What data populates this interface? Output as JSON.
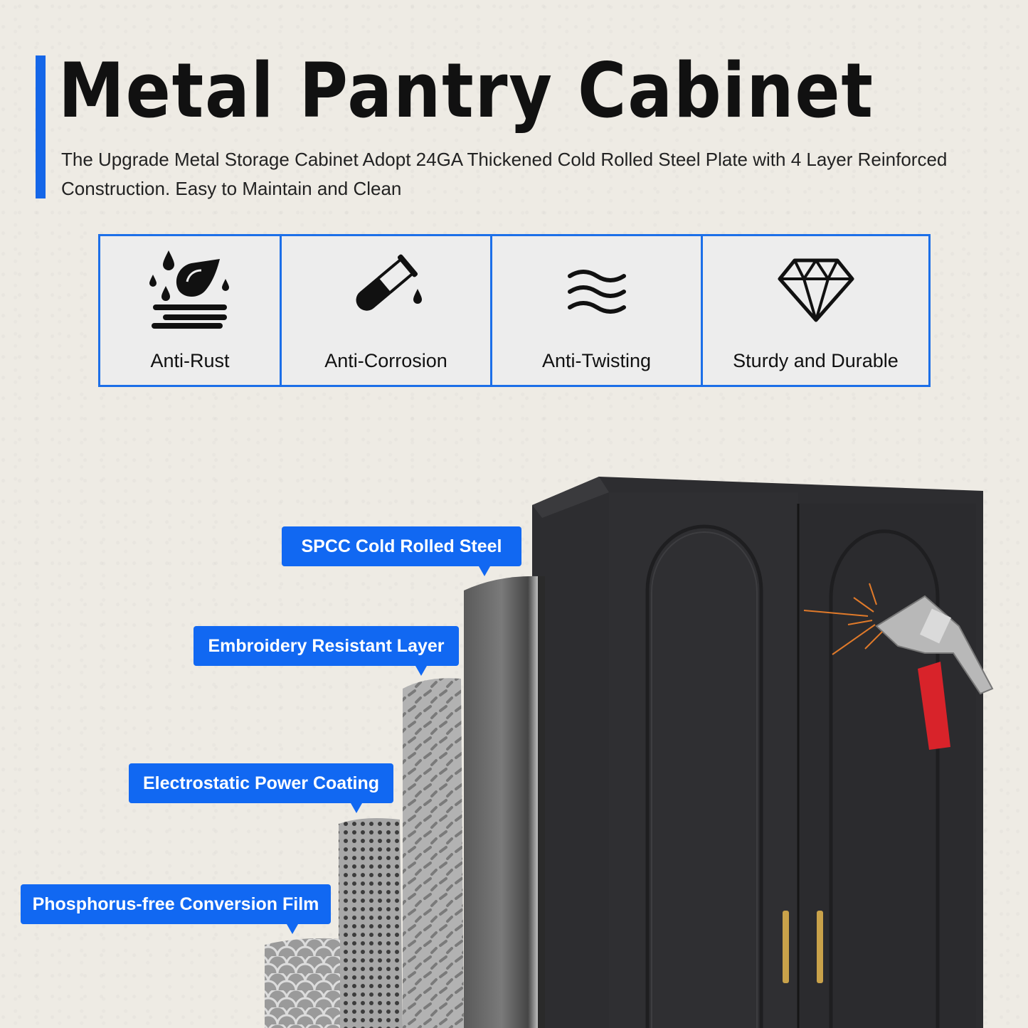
{
  "header": {
    "title": "Metal Pantry Cabinet",
    "subtitle_line1": "The Upgrade Metal Storage Cabinet Adopt 24GA Thickened Cold Rolled Steel Plate with 4 Layer Reinforced",
    "subtitle_line2": "Construction. Easy to Maintain and Clean"
  },
  "features": [
    {
      "label": "Anti-Rust",
      "icon": "water-drops-icon"
    },
    {
      "label": "Anti-Corrosion",
      "icon": "test-tube-icon"
    },
    {
      "label": "Anti-Twisting",
      "icon": "waves-icon"
    },
    {
      "label": "Sturdy and Durable",
      "icon": "diamond-icon"
    }
  ],
  "layers": [
    {
      "label": "SPCC Cold Rolled Steel"
    },
    {
      "label": "Embroidery Resistant Layer"
    },
    {
      "label": "Electrostatic Power Coating"
    },
    {
      "label": "Phosphorus-free Conversion Film"
    }
  ],
  "colors": {
    "accent": "#1466e8",
    "cabinet": "#2b2b2d",
    "handle": "#c9a24a",
    "hammer_grip": "#d8232a"
  }
}
